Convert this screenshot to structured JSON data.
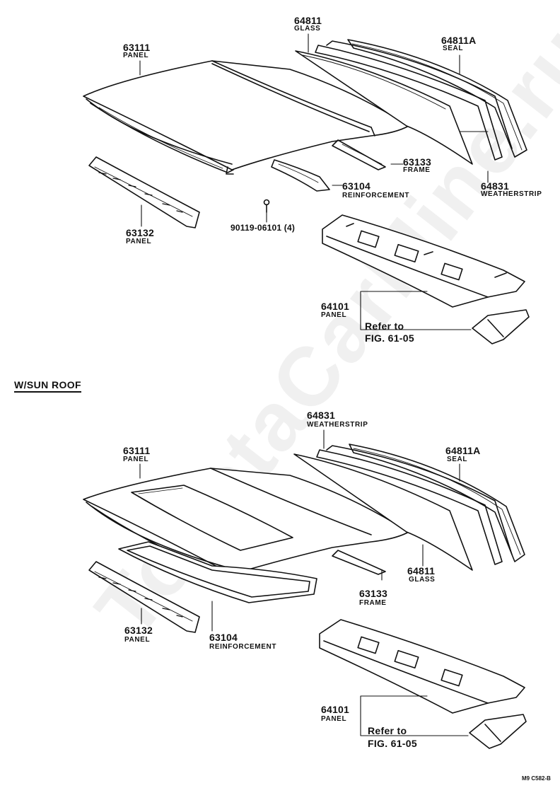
{
  "watermark": "ToyotaCarMine.ru",
  "section_title": "W/SUN ROOF",
  "footer_code": "M9 C582-B",
  "top": {
    "p63111": {
      "num": "63111",
      "name": "PANEL"
    },
    "p64811": {
      "num": "64811",
      "name": "GLASS"
    },
    "p64811A": {
      "num": "64811A",
      "name": "SEAL"
    },
    "p63133": {
      "num": "63133",
      "name": "FRAME"
    },
    "p64831": {
      "num": "64831",
      "name": "WEATHERSTRIP"
    },
    "p63104": {
      "num": "63104",
      "name": "REINFORCEMENT"
    },
    "p63132": {
      "num": "63132",
      "name": "PANEL"
    },
    "bolt": {
      "num": "90119-06101 (4)"
    },
    "p64101": {
      "num": "64101",
      "name": "PANEL"
    },
    "ref": {
      "line1": "Refer to",
      "line2": "FIG. 61-05"
    }
  },
  "bottom": {
    "p64831": {
      "num": "64831",
      "name": "WEATHERSTRIP"
    },
    "p63111": {
      "num": "63111",
      "name": "PANEL"
    },
    "p64811A": {
      "num": "64811A",
      "name": "SEAL"
    },
    "p64811": {
      "num": "64811",
      "name": "GLASS"
    },
    "p63133": {
      "num": "63133",
      "name": "FRAME"
    },
    "p63132": {
      "num": "63132",
      "name": "PANEL"
    },
    "p63104": {
      "num": "63104",
      "name": "REINFORCEMENT"
    },
    "p64101": {
      "num": "64101",
      "name": "PANEL"
    },
    "ref": {
      "line1": "Refer to",
      "line2": "FIG. 61-05"
    }
  }
}
